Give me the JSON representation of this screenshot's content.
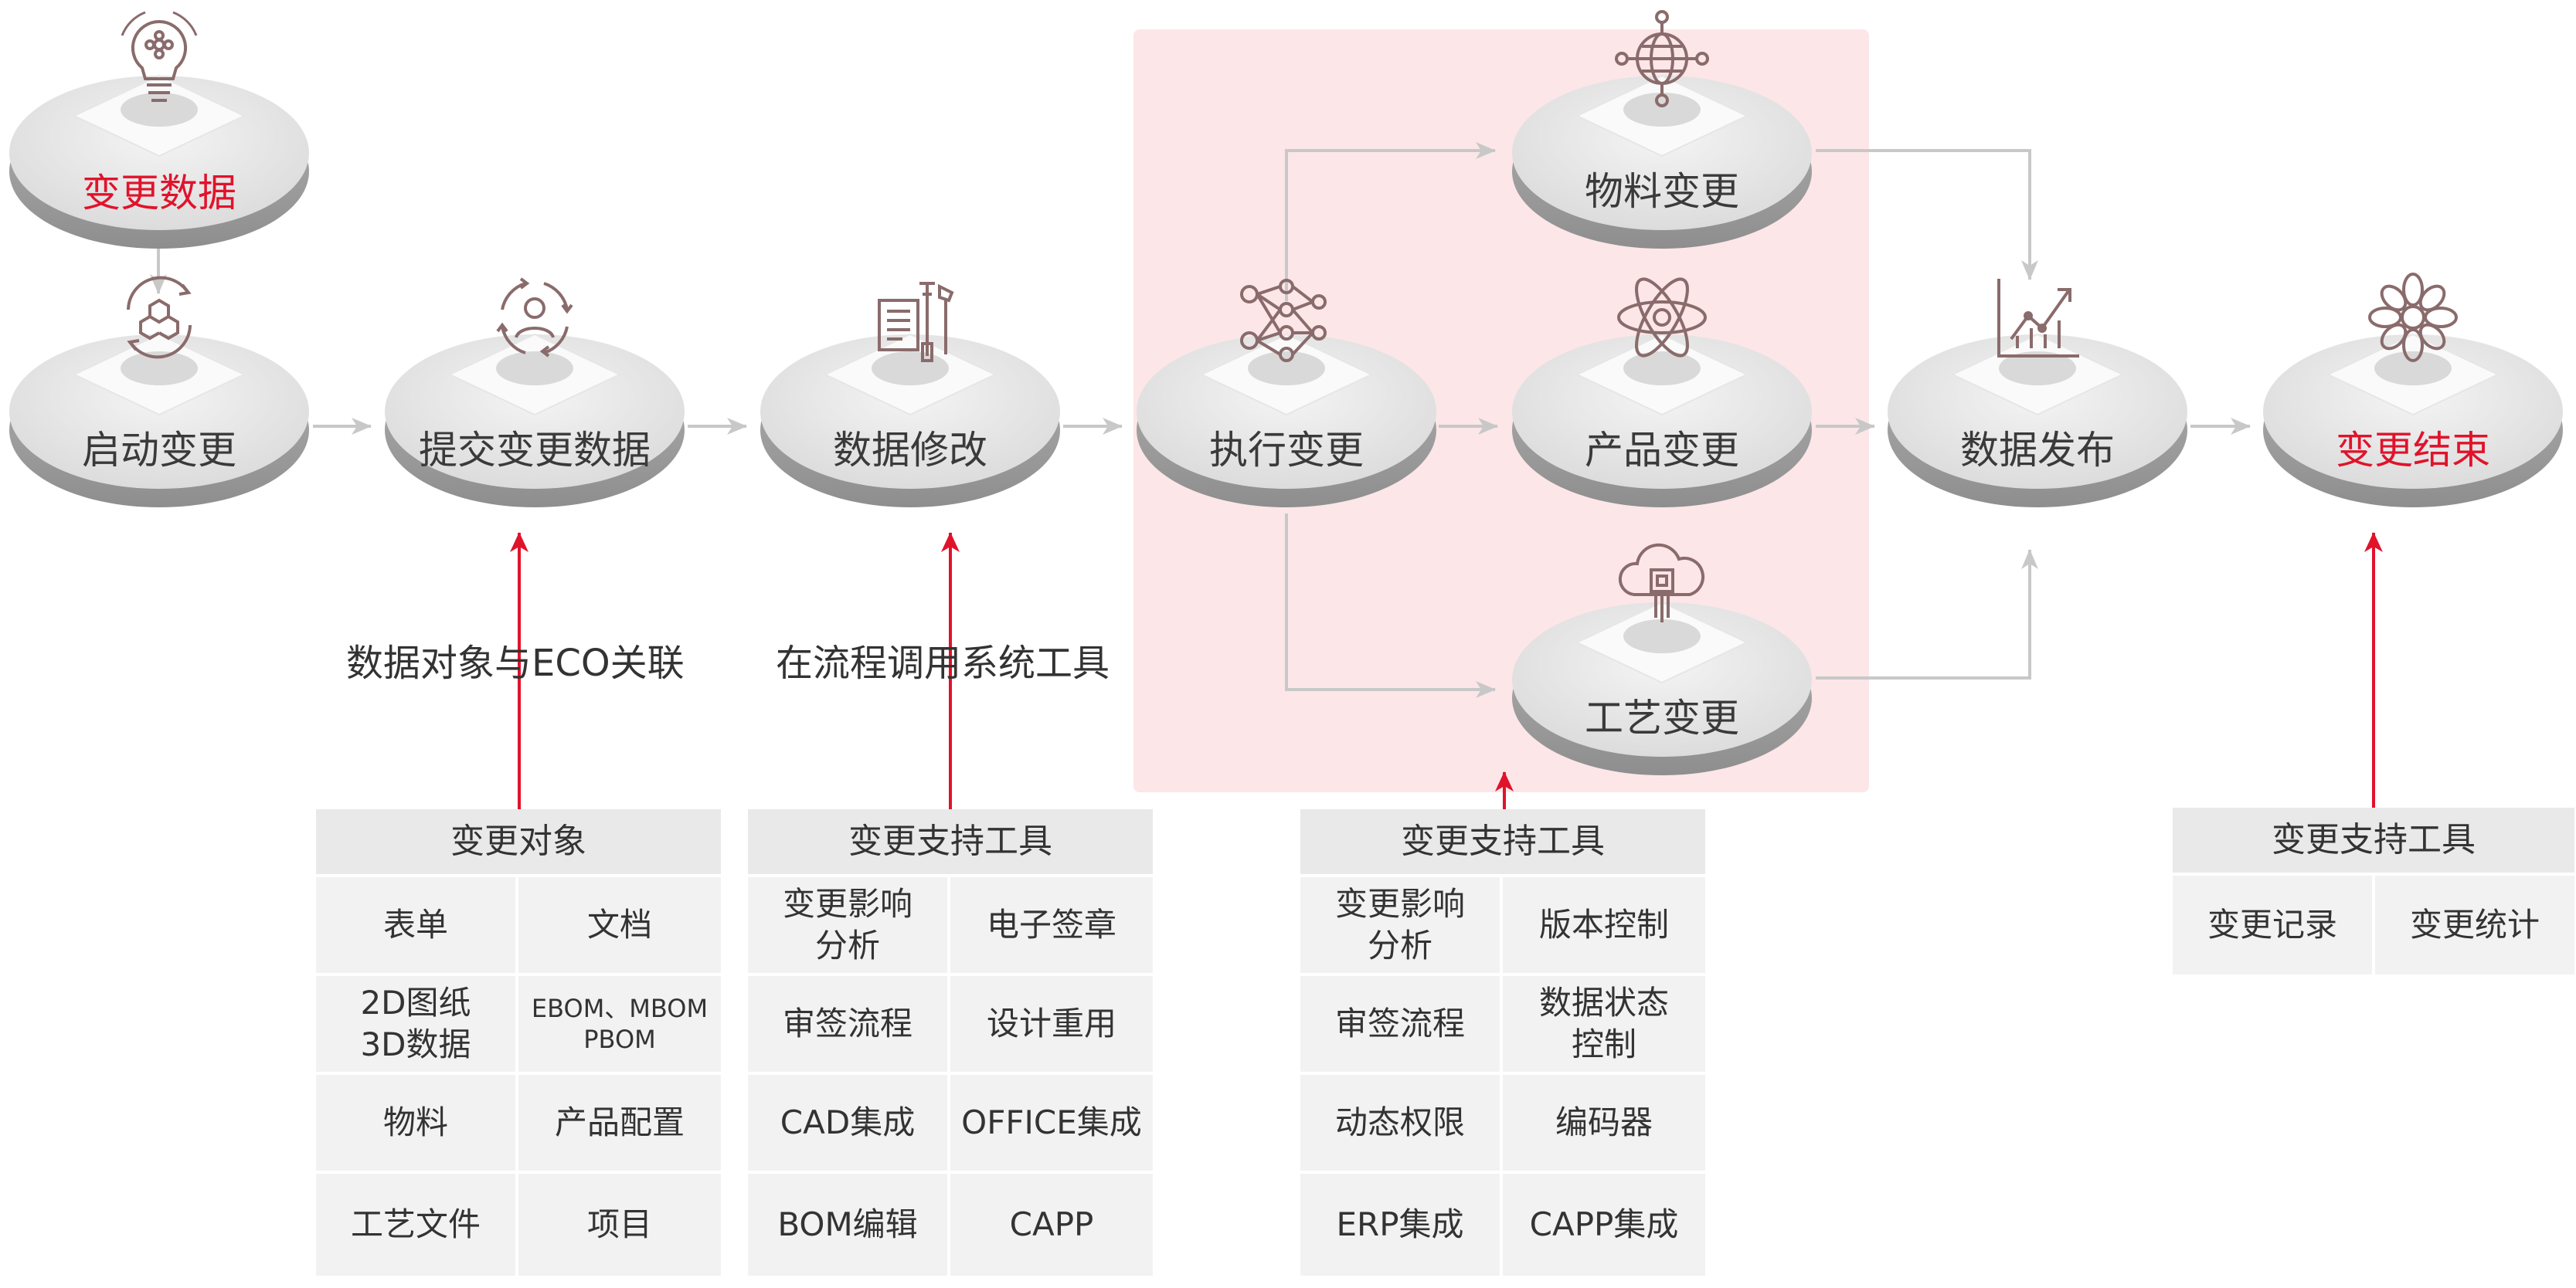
{
  "colors": {
    "accent_red": "#e0132b",
    "region_pink": "#fce6e8",
    "gray_arrow": "#c8c8c8",
    "disc_top": "#e6e6e6",
    "disc_side": "#9a9a9a",
    "icon_stroke": "#8a6b6b"
  },
  "nodes": {
    "change_data": {
      "label": "变更数据",
      "icon": "lightbulb-icon",
      "highlight": true
    },
    "start_change": {
      "label": "启动变更",
      "icon": "cube-cycle-icon",
      "highlight": false
    },
    "submit_change": {
      "label": "提交变更数据",
      "icon": "user-cycle-icon",
      "highlight": false
    },
    "data_modify": {
      "label": "数据修改",
      "icon": "tools-icon",
      "highlight": false
    },
    "exec_change": {
      "label": "执行变更",
      "icon": "network-icon",
      "highlight": false
    },
    "material_change": {
      "label": "物料变更",
      "icon": "globe-icon",
      "highlight": false
    },
    "product_change": {
      "label": "产品变更",
      "icon": "atom-icon",
      "highlight": false
    },
    "process_change": {
      "label": "工艺变更",
      "icon": "cloud-chip-icon",
      "highlight": false
    },
    "data_publish": {
      "label": "数据发布",
      "icon": "growth-chart-icon",
      "highlight": false
    },
    "change_end": {
      "label": "变更结束",
      "icon": "flower-icon",
      "highlight": true
    }
  },
  "annotations": {
    "eco_link": "数据对象与ECO关联",
    "tool_call": "在流程调用系统工具"
  },
  "panels": {
    "objects": {
      "title": "变更对象",
      "cells": [
        "表单",
        "文档",
        "2D图纸\n3D数据",
        "EBOM、MBOM\nPBOM",
        "物料",
        "产品配置",
        "工艺文件",
        "项目"
      ]
    },
    "tools1": {
      "title": "变更支持工具",
      "cells": [
        "变更影响\n分析",
        "电子签章",
        "审签流程",
        "设计重用",
        "CAD集成",
        "OFFICE集成",
        "BOM编辑",
        "CAPP"
      ]
    },
    "tools2": {
      "title": "变更支持工具",
      "cells": [
        "变更影响\n分析",
        "版本控制",
        "审签流程",
        "数据状态\n控制",
        "动态权限",
        "编码器",
        "ERP集成",
        "CAPP集成"
      ]
    },
    "tools3": {
      "title": "变更支持工具",
      "cells": [
        "变更记录",
        "变更统计"
      ]
    }
  }
}
